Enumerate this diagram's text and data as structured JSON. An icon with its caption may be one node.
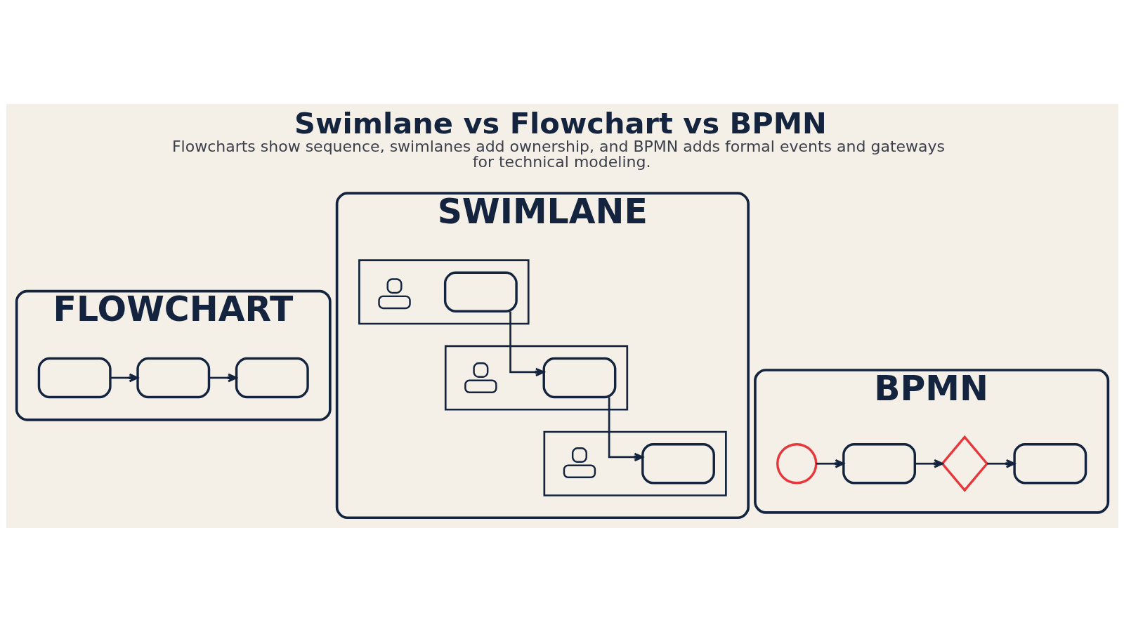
{
  "diagram": {
    "title": "Swimlane vs Flowchart vs BPMN",
    "caption": "Flowcharts show sequence, swimlanes add ownership, and BPMN adds formal events and gateways for technical modeling.",
    "nodes": [
      {
        "text": [
          "FLOWCHART"
        ]
      },
      {
        "text": [],
        "shape": "box",
        "in": 0
      },
      {
        "text": [],
        "shape": "box",
        "in": 0
      },
      {
        "text": [],
        "shape": "box",
        "in": 0
      },
      {
        "text": [
          "SWIMLANE"
        ]
      },
      {
        "text": [],
        "shape": "box",
        "in": 4
      },
      {
        "text": [],
        "shape": "person",
        "in": 5
      },
      {
        "text": [],
        "shape": "box",
        "in": 5
      },
      {
        "text": [],
        "shape": "box",
        "in": 4
      },
      {
        "text": [],
        "shape": "person",
        "in": 8
      },
      {
        "text": [],
        "shape": "box",
        "in": 8
      },
      {
        "text": [],
        "shape": "box",
        "in": 4
      },
      {
        "text": [],
        "shape": "person",
        "in": 11
      },
      {
        "text": [],
        "shape": "box",
        "in": 11
      },
      {
        "text": [
          "BPMN"
        ]
      },
      {
        "text": [],
        "shape": "circle",
        "in": 14
      },
      {
        "text": [],
        "shape": "box",
        "in": 14
      },
      {
        "text": [],
        "shape": "diamond",
        "in": 14
      },
      {
        "text": [],
        "shape": "box",
        "in": 14
      }
    ],
    "edges": [
      {
        "from": 1,
        "to": 2,
        "arrow": "to"
      },
      {
        "from": 2,
        "to": 3,
        "arrow": "to"
      },
      {
        "from": 7,
        "to": 10,
        "arrow": "to"
      },
      {
        "from": 10,
        "to": 13,
        "arrow": "to"
      },
      {
        "from": 15,
        "to": 16,
        "arrow": "to"
      },
      {
        "from": 16,
        "to": 17,
        "arrow": "to"
      },
      {
        "from": 17,
        "to": 18,
        "arrow": "to"
      }
    ]
  }
}
